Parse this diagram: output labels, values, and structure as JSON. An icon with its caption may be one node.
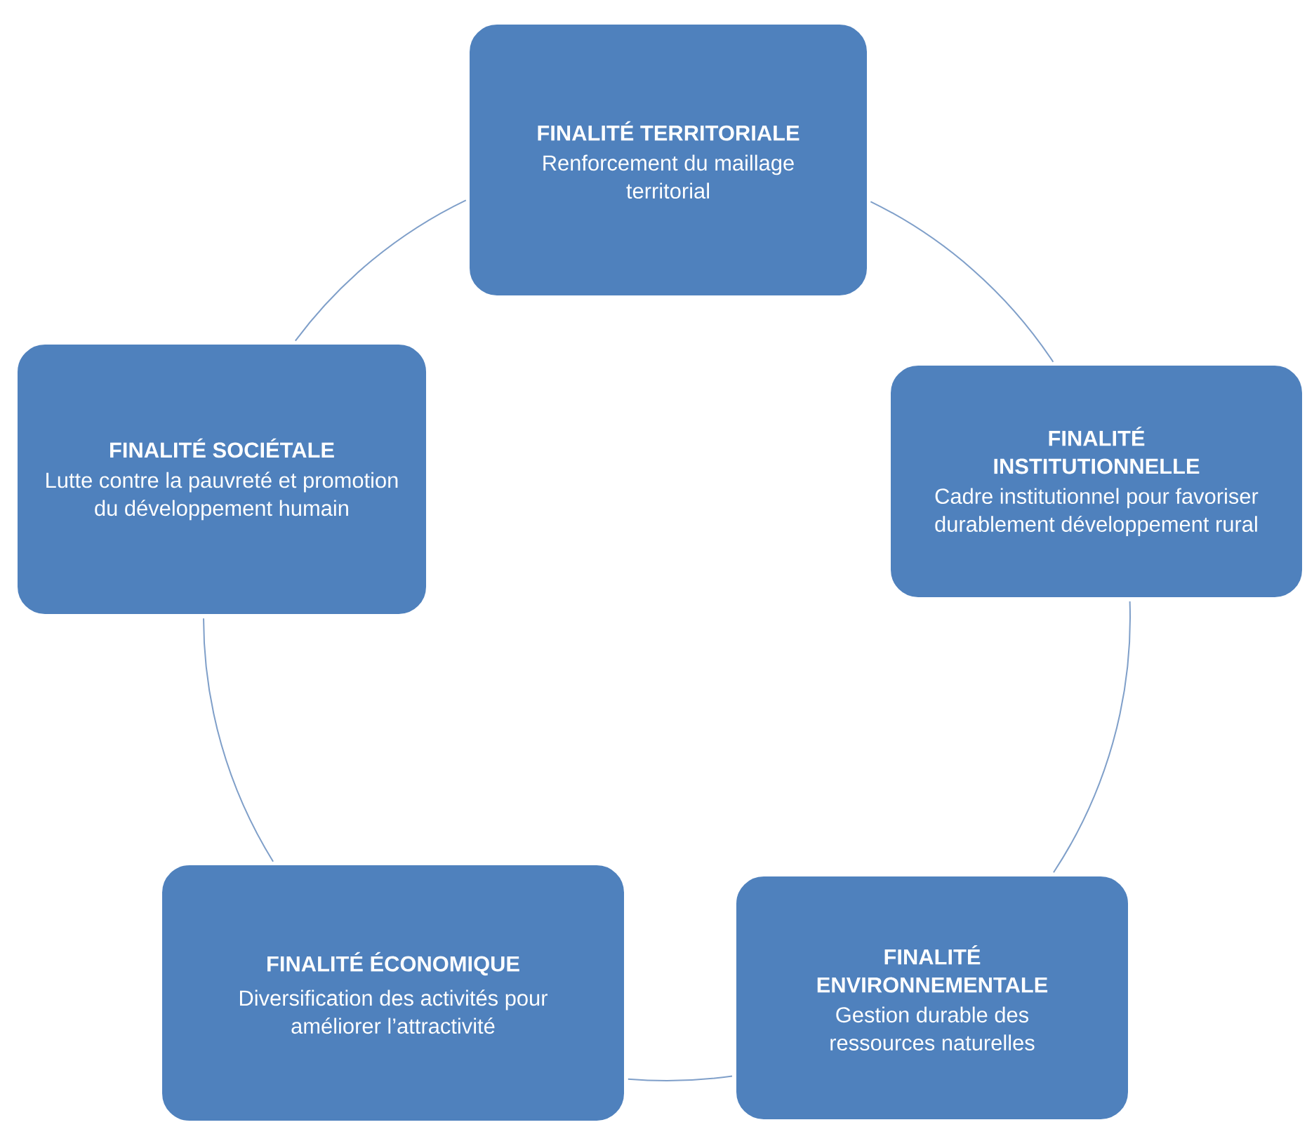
{
  "diagram": {
    "nodes": [
      {
        "text": [
          "FINALITÉ TERRITORIALE",
          "Renforcement du maillage territorial"
        ]
      },
      {
        "text": [
          "FINALITÉ SOCIÉTALE",
          "Lutte contre la pauvreté et promotion du développement humain"
        ]
      },
      {
        "text": [
          "FINALITÉ INSTITUTIONNELLE",
          "Cadre institutionnel pour favoriser durablement développement rural"
        ]
      },
      {
        "text": [
          "FINALITÉ ÉCONOMIQUE",
          "Diversification des activités pour améliorer l’attractivité"
        ]
      },
      {
        "text": [
          "FINALITÉ ENVIRONNEMENTALE",
          "Gestion durable des ressources naturelles"
        ]
      }
    ],
    "edges": [
      {
        "from": 0,
        "to": 2,
        "arrow": "none"
      },
      {
        "from": 2,
        "to": 4,
        "arrow": "none"
      },
      {
        "from": 4,
        "to": 3,
        "arrow": "none"
      },
      {
        "from": 3,
        "to": 1,
        "arrow": "none"
      },
      {
        "from": 1,
        "to": 0,
        "arrow": "none"
      }
    ]
  }
}
